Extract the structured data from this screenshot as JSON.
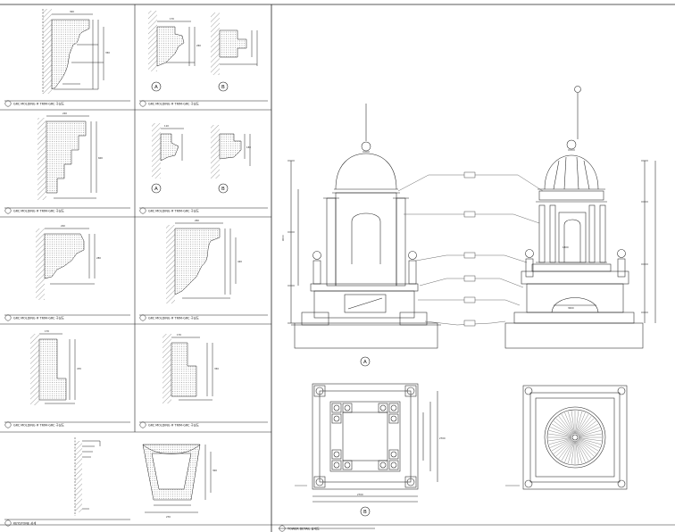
{
  "sheet": {
    "panel_titles": [
      "GRC MOLDING # TRIM-GRC 구성도",
      "GRC MOLDING # TRIM-GRC 구성도",
      "GRC MOLDING # TRIM-GRC 구성도",
      "GRC MOLDING # TRIM-GRC 구성도",
      "GRC MOLDING # TRIM-GRC 구성도",
      "GRC MOLDING # TRIM-GRC 구성도",
      "GRC MOLDING # TRIM-GRC 구성도",
      "GRC MOLDING # TRIM-GRC 구성도",
      "KEYSTONE 상세"
    ],
    "section_marks": {
      "a": "A",
      "b": "B"
    },
    "elevation_marks": {
      "a": "A",
      "b": "B"
    },
    "main_title": "TOWER DETAIL 상세도",
    "dims": {
      "p1_top": "300",
      "p1_side": "350",
      "p2_top": "170",
      "p2_side": "260",
      "p3_top": "220",
      "p3_side": "600",
      "p4_top": "110",
      "p4_side": "180",
      "p5_top": "220",
      "p5_side": "280",
      "p6_top": "260",
      "p6_side": "420",
      "p7_top": "170",
      "p7_side": "470",
      "p8_top": "170",
      "p8_side": "350",
      "key_top": "270",
      "key_side": "300",
      "tower_h": "9000",
      "dome_w": "1800",
      "base_w": "3000",
      "plan_w": "2700",
      "plan_h": "2700"
    }
  }
}
